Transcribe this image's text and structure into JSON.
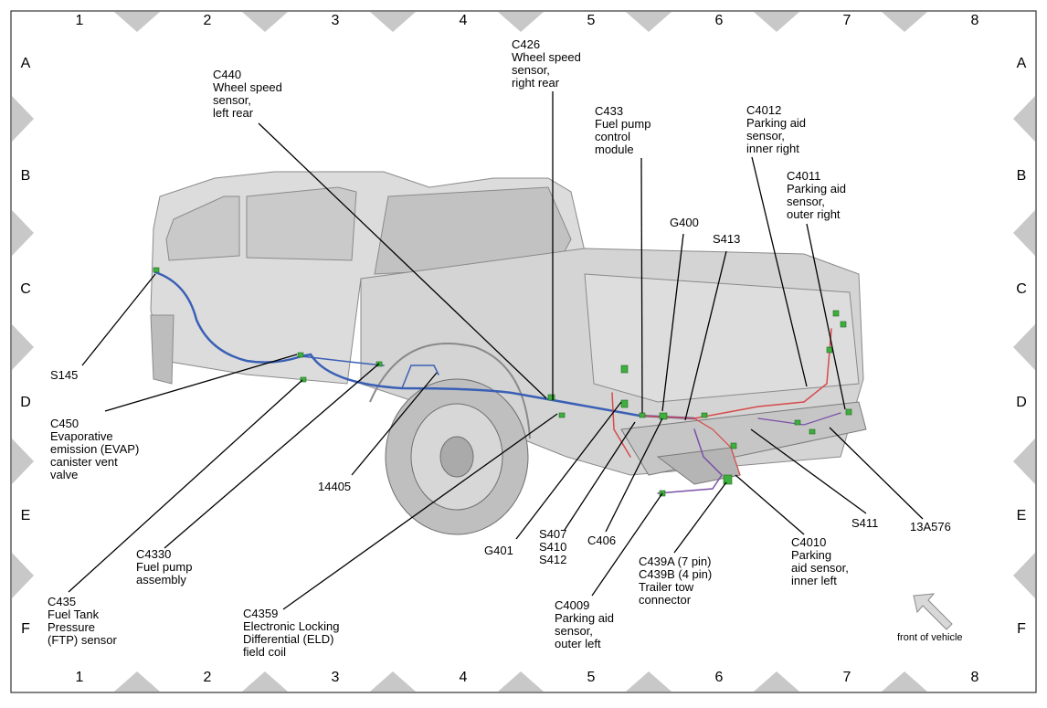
{
  "grid": {
    "columns": [
      "1",
      "2",
      "3",
      "4",
      "5",
      "6",
      "7",
      "8"
    ],
    "rows": [
      "A",
      "B",
      "C",
      "D",
      "E",
      "F"
    ]
  },
  "callouts": {
    "c426": [
      "C426",
      "Wheel speed",
      "sensor,",
      "right rear"
    ],
    "c440": [
      "C440",
      "Wheel speed",
      "sensor,",
      "left rear"
    ],
    "c433": [
      "C433",
      "Fuel pump",
      "control",
      "module"
    ],
    "c4012": [
      "C4012",
      "Parking aid",
      "sensor,",
      "inner right"
    ],
    "c4011": [
      "C4011",
      "Parking aid",
      "sensor,",
      "outer right"
    ],
    "g400": [
      "G400"
    ],
    "s413": [
      "S413"
    ],
    "s145": [
      "S145"
    ],
    "c450": [
      "C450",
      "Evaporative",
      "emission (EVAP)",
      "canister vent",
      "valve"
    ],
    "n14405": [
      "14405"
    ],
    "c4330": [
      "C4330",
      "Fuel pump",
      "assembly"
    ],
    "c435": [
      "C435",
      "Fuel Tank",
      "Pressure",
      "(FTP) sensor"
    ],
    "c4359": [
      "C4359",
      "Electronic Locking",
      "Differential (ELD)",
      "field coil"
    ],
    "g401": [
      "G401"
    ],
    "s407": [
      "S407",
      "S410",
      "S412"
    ],
    "c406": [
      "C406"
    ],
    "c4009": [
      "C4009",
      "Parking aid",
      "sensor,",
      "outer left"
    ],
    "c439": [
      "C439A (7 pin)",
      "C439B (4 pin)",
      "Trailer tow",
      "connector"
    ],
    "c4010": [
      "C4010",
      "Parking",
      "aid sensor,",
      "inner left"
    ],
    "s411": [
      "S411"
    ],
    "n13a576": [
      "13A576"
    ]
  },
  "front_of_vehicle_label": "front of vehicle",
  "colors": {
    "harness_blue": "#3a5fb5",
    "harness_red": "#d84a4a",
    "harness_purple": "#7b4fa8",
    "connector_green": "#3fae3f",
    "tick_gray": "#c8c8c8",
    "vehicle_gray": "#d9d9d9"
  }
}
